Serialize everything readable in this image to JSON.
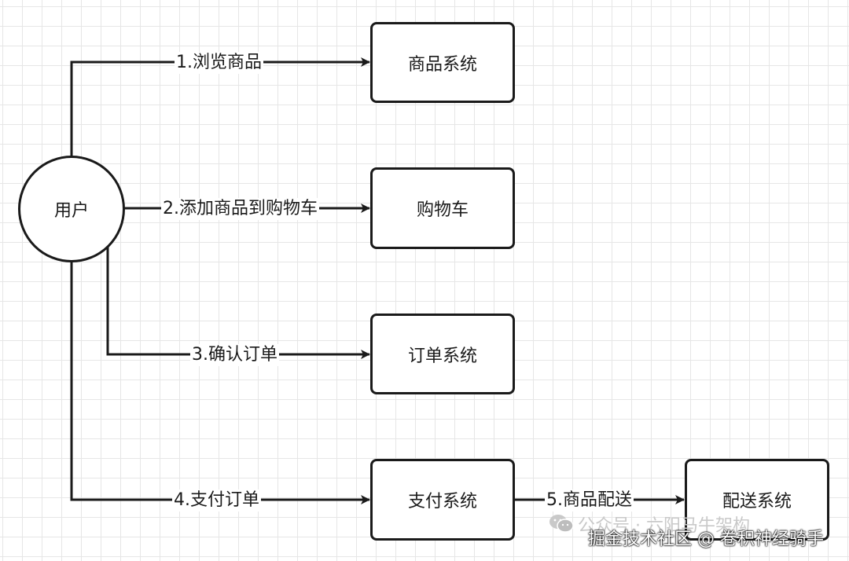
{
  "nodes": {
    "user": "用户",
    "product_system": "商品系统",
    "cart": "购物车",
    "order_system": "订单系统",
    "payment_system": "支付系统",
    "delivery_system": "配送系统"
  },
  "edges": {
    "browse": "1.浏览商品",
    "add_to_cart": "2.添加商品到购物车",
    "confirm_order": "3.确认订单",
    "pay_order": "4.支付订单",
    "deliver": "5.商品配送"
  },
  "watermark": {
    "official_account": "公众号 · 六阳马牛架构",
    "community": "掘金技术社区 @ 卷积神经骑手"
  },
  "colors": {
    "stroke": "#1a1a1a",
    "grid": "#e6e6e6",
    "background": "#ffffff"
  }
}
